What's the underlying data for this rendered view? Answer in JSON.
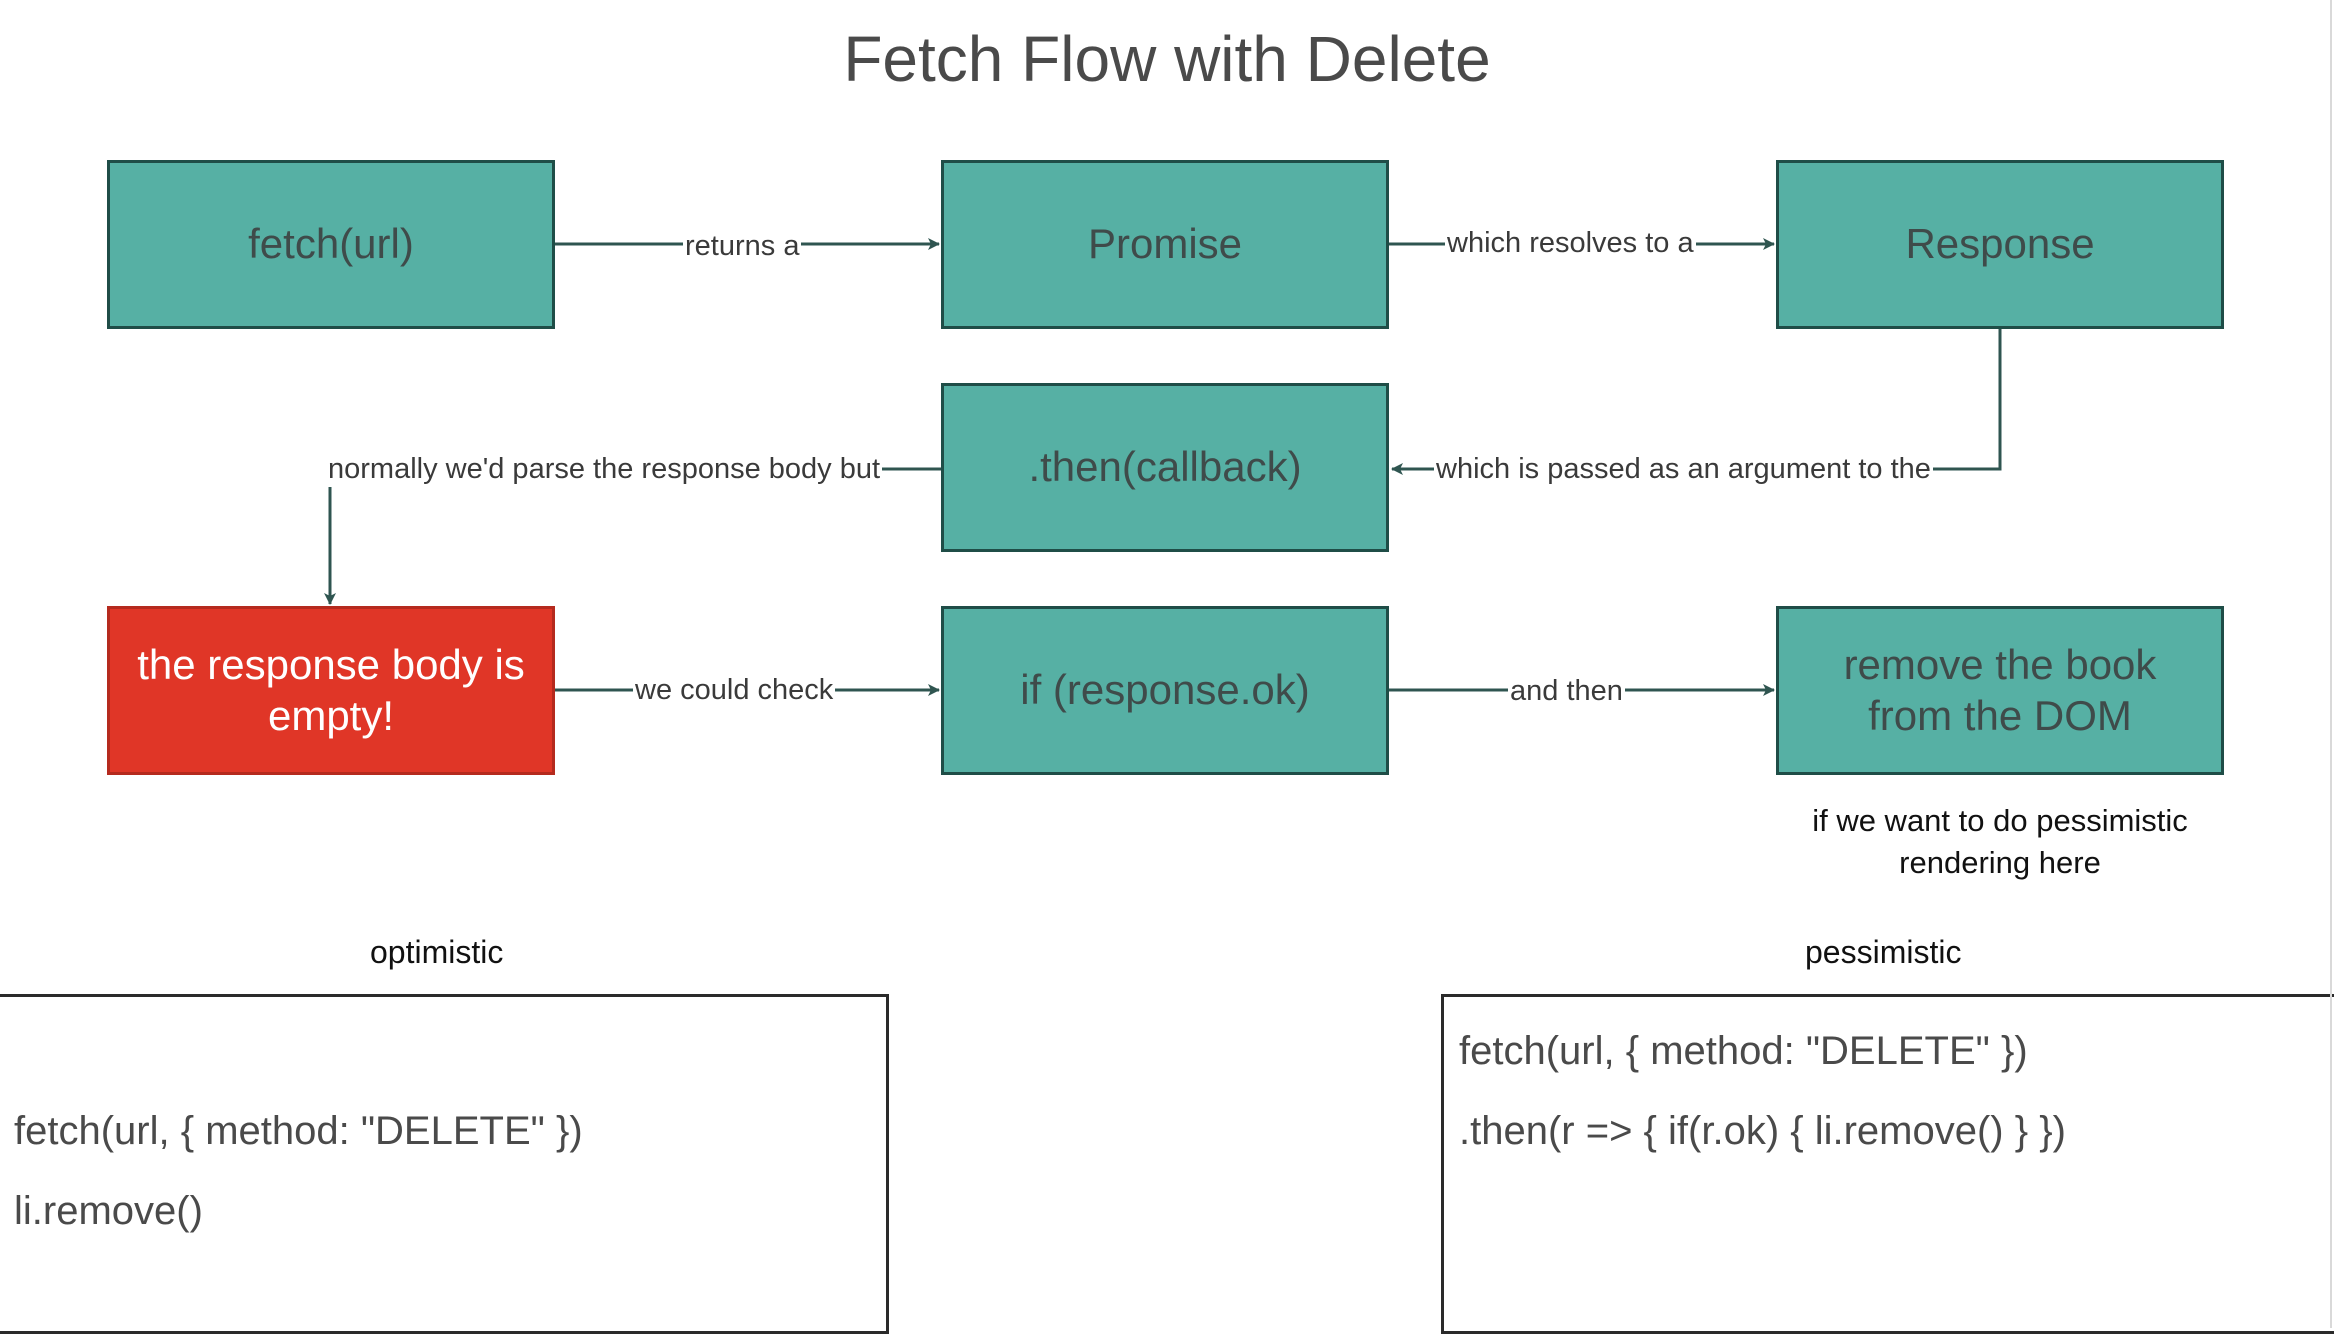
{
  "title": "Fetch Flow with Delete",
  "nodes": {
    "fetch": "fetch(url)",
    "promise": "Promise",
    "response": "Response",
    "then": ".then(callback)",
    "empty_body": "the response body is empty!",
    "if_ok": "if (response.ok)",
    "remove": "remove the book from the DOM"
  },
  "edges": {
    "fetch_to_promise": "returns a",
    "promise_to_response": "which resolves to a",
    "response_to_then": "which is passed as an argument to the",
    "then_to_empty": "normally we'd parse the response body but",
    "empty_to_if": "we could check",
    "if_to_remove": "and then"
  },
  "notes": {
    "pessimistic_hint_line1": "if we want to do pessimistic",
    "pessimistic_hint_line2": "rendering here"
  },
  "sections": {
    "optimistic": {
      "label": "optimistic",
      "code": [
        "fetch(url, { method: \"DELETE\" })",
        "li.remove()"
      ]
    },
    "pessimistic": {
      "label": "pessimistic",
      "code": [
        "fetch(url, { method: \"DELETE\" })",
        ".then(r => { if(r.ok) { li.remove() } })"
      ]
    }
  },
  "colors": {
    "node_fill": "#56b0a4",
    "node_border": "#1f4d47",
    "alert_fill": "#e03627",
    "connector": "#2f5550"
  }
}
